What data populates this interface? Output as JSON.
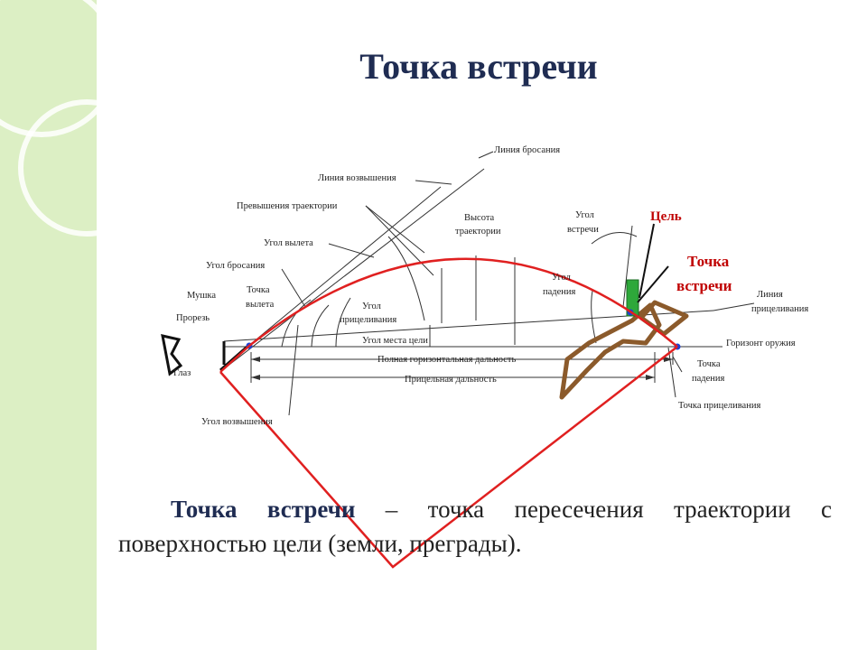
{
  "slide": {
    "title": "Точка встречи",
    "definition": {
      "term": "Точка встречи",
      "text": " – точка пересечения траектории с поверхностью цели (земли, преграды)."
    }
  },
  "diagram": {
    "labels": {
      "throw_line": "Линия бросания",
      "elevation_line": "Линия возвышения",
      "trajectory_excess": "Превышения траектории",
      "departure_angle": "Угол вылета",
      "throw_angle": "Угол бросания",
      "front_sight": "Мушка",
      "departure_point_1": "Точка",
      "departure_point_2": "вылета",
      "rear_sight": "Прорезь",
      "eye": "Глаз",
      "aiming_angle_1": "Угол",
      "aiming_angle_2": "прицеливания",
      "target_site_angle": "Угол места цели",
      "full_range": "Полная горизонтальная дальность",
      "aiming_range": "Прицельная дальность",
      "elevation_angle": "Угол возвышения",
      "trajectory_height_1": "Высота",
      "trajectory_height_2": "траектории",
      "meeting_angle_1": "Угол",
      "meeting_angle_2": "встречи",
      "fall_angle_1": "Угол",
      "fall_angle_2": "падения",
      "aiming_line_1": "Линия",
      "aiming_line_2": "прицеливания",
      "weapon_horizon": "Горизонт оружия",
      "fall_point_1": "Точка",
      "fall_point_2": "падения",
      "aiming_point": "Точка прицеливания",
      "target": "Цель",
      "meeting_point_1": "Точка",
      "meeting_point_2": "встречи"
    },
    "colors": {
      "trajectory": "#e02020",
      "accent_text": "#c00000",
      "target": "#2ea83a",
      "obstacle": "#8b5a2b",
      "marker": "#1f3fd0",
      "title": "#1f2c52",
      "sidebar": "#dcefc4"
    }
  }
}
